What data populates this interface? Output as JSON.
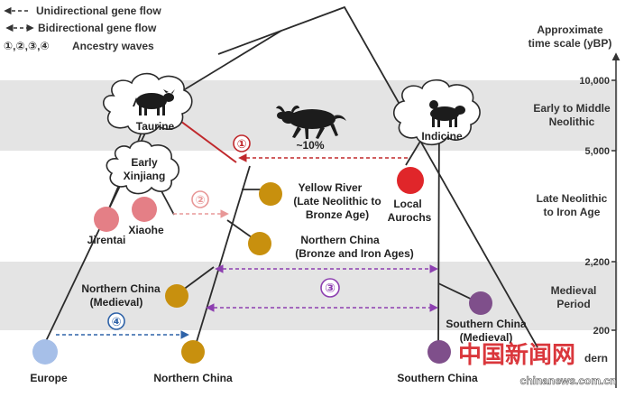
{
  "legend": {
    "unidirectional": "Unidirectional gene flow",
    "bidirectional": "Bidirectional gene flow",
    "waves_symbols": "①,②,③,④",
    "waves_text": "Ancestry waves"
  },
  "timescale": {
    "title_line1": "Approximate",
    "title_line2": "time scale (yBP)",
    "ticks": [
      "10,000",
      "5,000",
      "2,200",
      "200"
    ],
    "periods": [
      {
        "line1": "Early to Middle",
        "line2": "Neolithic"
      },
      {
        "line1": "Late Neolithic",
        "line2": "to Iron Age"
      },
      {
        "line1": "Medieval",
        "line2": "Period"
      },
      {
        "line1": "",
        "line2": "dern"
      }
    ]
  },
  "clouds": {
    "taurine": "Taurine",
    "indicine": "Indicine",
    "early_xinjiang_line1": "Early",
    "early_xinjiang_line2": "Xinjiang"
  },
  "populations": {
    "yellow_river": {
      "line1": "Yellow River",
      "line2": "(Late Neolithic to",
      "line3": "Bronze Age)"
    },
    "local_aurochs": {
      "line1": "Local",
      "line2": "Aurochs"
    },
    "northern_china_bronze": {
      "line1": "Northern China",
      "line2": "(Bronze and Iron Ages)"
    },
    "northern_china_medieval": {
      "line1": "Northern China",
      "line2": "(Medieval)"
    },
    "southern_china_medieval": {
      "line1": "Southern China",
      "line2": "(Medieval)"
    },
    "jirentai": "Jirentai",
    "xiaohe": "Xiaohe",
    "europe": "Europe",
    "northern_china": "Northern China",
    "southern_china": "Southern China"
  },
  "waves": {
    "w1": "①",
    "w2": "②",
    "w3": "③",
    "w4": "④"
  },
  "percent_label": "~10%",
  "watermark": {
    "logo": "中国新闻网",
    "site": "chinanews.com.cn"
  },
  "colors": {
    "band": "#e4e4e4",
    "taurine_dot": "#c8900e",
    "indicine_dot": "#7f4f8b",
    "aurochs_dot": "#e0262a",
    "xinjiang_dot": "#e47f86",
    "europe_dot": "#a6bfe8",
    "wave1": "#c0282c",
    "wave2": "#e89898",
    "wave3": "#8d3fb0",
    "wave4": "#2f63a8"
  }
}
